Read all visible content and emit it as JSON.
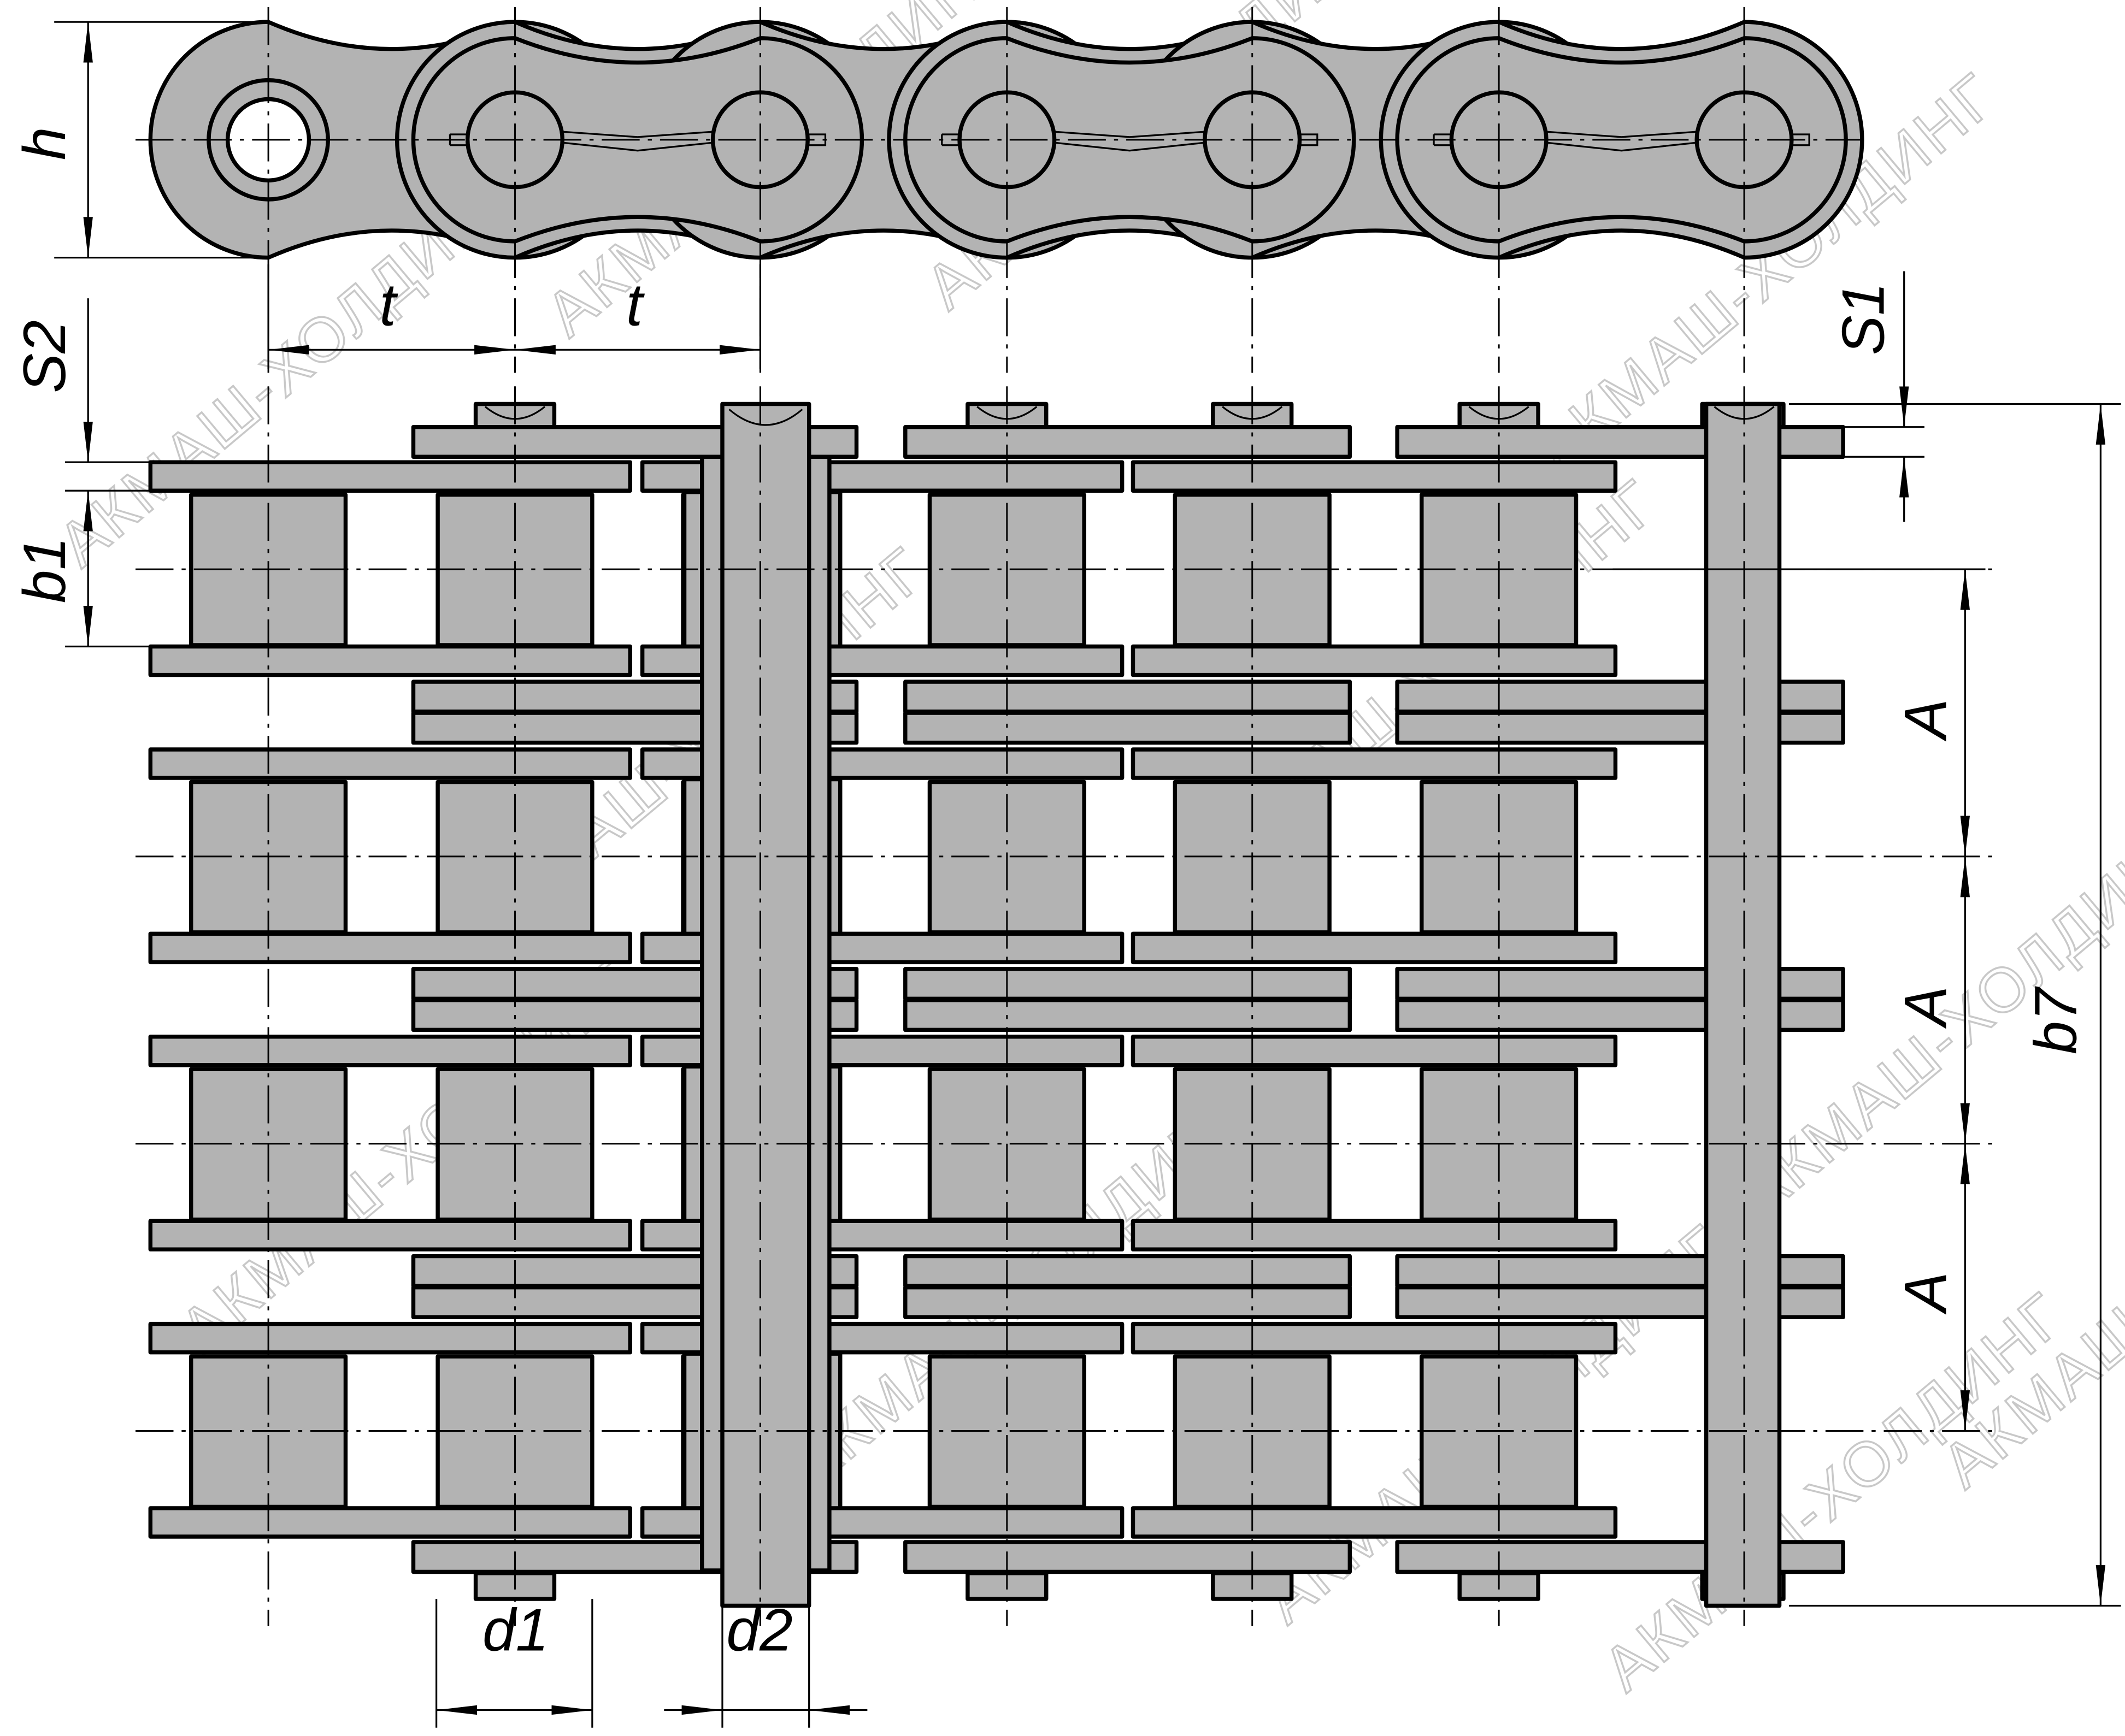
{
  "title": "Roller chain, 4-row (quadruple strand) drawing",
  "watermark": "АКМАШ-ХОЛДИНГ",
  "colors": {
    "part_fill": "#b3b3b3",
    "outline": "#000000",
    "watermark": "#c8c8c8"
  },
  "dimensions": {
    "h": "h",
    "t1": "t",
    "t2": "t",
    "s2": "S2",
    "s1": "S1",
    "b1": "b1",
    "a1": "A",
    "a2": "A",
    "a3": "A",
    "b7": "b7",
    "d1": "d1",
    "d2": "d2"
  },
  "chain": {
    "rows": 4,
    "pitches_shown": 6
  }
}
